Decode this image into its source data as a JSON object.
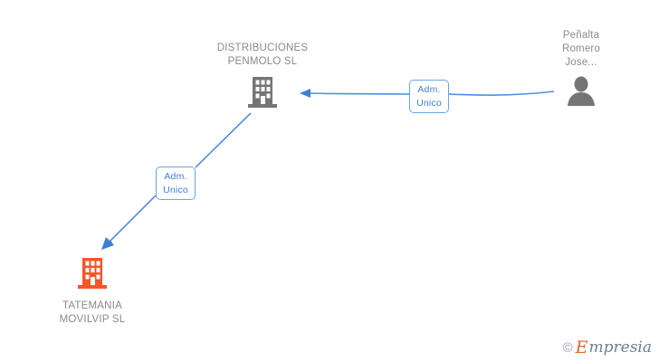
{
  "diagram": {
    "type": "org-relationship-graph",
    "background_color": "#ffffff",
    "nodes": [
      {
        "id": "penmolo",
        "kind": "company",
        "icon": "building-icon",
        "icon_color": "#757575",
        "label": "DISTRIBUCIONES\nPENMOLO  SL",
        "label_color": "#8a8a8a",
        "label_position": "above"
      },
      {
        "id": "tatemania",
        "kind": "company",
        "icon": "building-icon",
        "icon_color": "#f4562a",
        "label": "TATEMANIA\nMOVILVIP  SL",
        "label_color": "#8a8a8a",
        "label_position": "below"
      },
      {
        "id": "person",
        "kind": "person",
        "icon": "person-icon",
        "icon_color": "#757575",
        "label": "Peñalta\nRomero\nJose...",
        "label_color": "#8a8a8a",
        "label_position": "above"
      }
    ],
    "edges": [
      {
        "id": "person-to-penmolo",
        "from": "person",
        "to": "penmolo",
        "label": "Adm.\nUnico",
        "color": "#4a8fe0",
        "direction": "left"
      },
      {
        "id": "penmolo-to-tatemania",
        "from": "penmolo",
        "to": "tatemania",
        "label": "Adm.\nUnico",
        "color": "#3f7fd0",
        "direction": "down-left"
      }
    ]
  },
  "watermark": {
    "copyright": "©",
    "brand_initial": "E",
    "brand_rest": "mpresia",
    "initial_color": "#e8622a",
    "rest_color": "#6d7f93"
  }
}
